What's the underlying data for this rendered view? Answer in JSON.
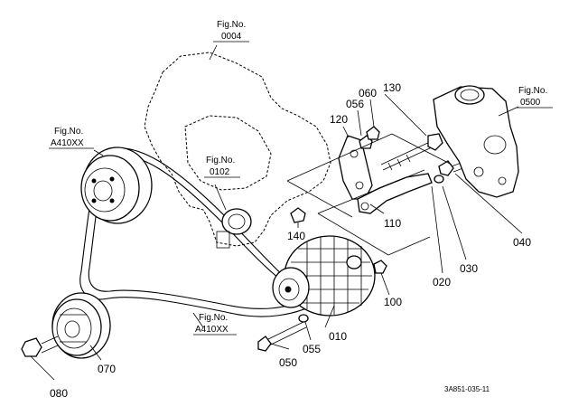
{
  "figure_refs": [
    {
      "line1": "Fig.No.",
      "line2": "0004"
    },
    {
      "line1": "Fig.No.",
      "line2": "A410XX"
    },
    {
      "line1": "Fig.No.",
      "line2": "0102"
    },
    {
      "line1": "Fig.No.",
      "line2": "A410XX"
    },
    {
      "line1": "Fig.No.",
      "line2": "0500"
    }
  ],
  "part_numbers": [
    "060",
    "130",
    "056",
    "120",
    "110",
    "140",
    "100",
    "010",
    "055",
    "050",
    "070",
    "080",
    "020",
    "030",
    "040"
  ],
  "drawing_code": "3A851-035-11"
}
